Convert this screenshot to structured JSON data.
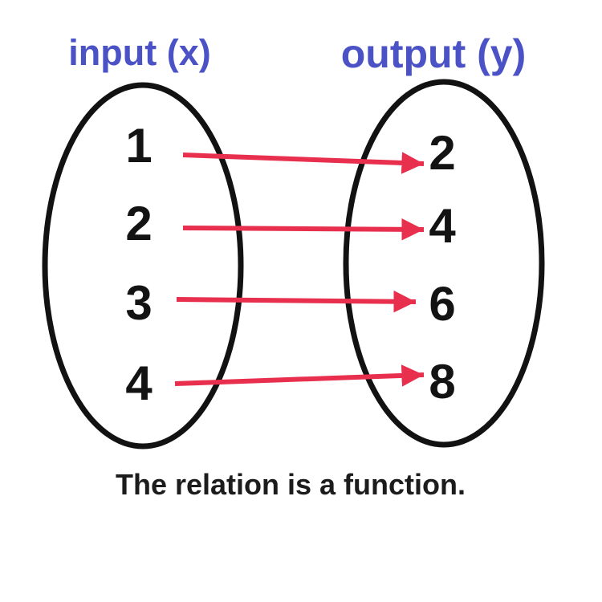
{
  "diagram": {
    "type": "mapping-diagram",
    "input_label": "input (x)",
    "output_label": "output (y)",
    "input_values": [
      "1",
      "2",
      "3",
      "4"
    ],
    "output_values": [
      "2",
      "4",
      "6",
      "8"
    ],
    "mappings": [
      {
        "from": "1",
        "to": "2"
      },
      {
        "from": "2",
        "to": "4"
      },
      {
        "from": "3",
        "to": "6"
      },
      {
        "from": "4",
        "to": "8"
      }
    ],
    "caption": "The relation is a function.",
    "colors": {
      "label": "#4A52C5",
      "arrow": "#E8304E",
      "ink": "#121212"
    }
  }
}
